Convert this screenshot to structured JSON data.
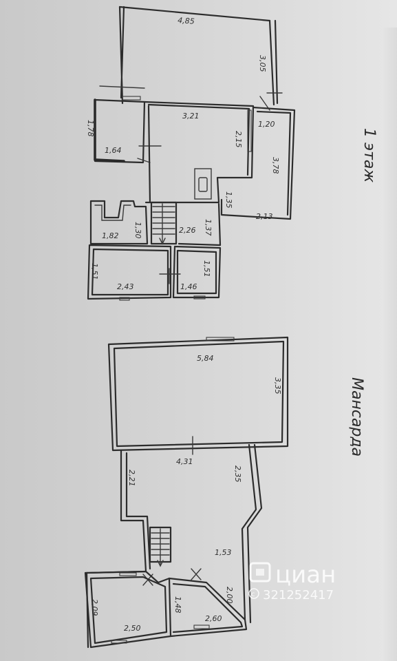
{
  "floor1": {
    "title": "1 этаж",
    "dims": {
      "top_width": "4,85",
      "top_right": "3,05",
      "room_a": "3,21",
      "room_a_h": "2,15",
      "corr_w": "1,20",
      "right_h": "3,78",
      "right_w": "2,13",
      "small_w": "1,35",
      "left_h": "1,78",
      "left_w": "1,64",
      "mid_h": "1,30",
      "mid_w": "1,82",
      "stair_w": "2,26",
      "stair_h": "1,37",
      "b1_h": "1,51",
      "b1_w": "2,43",
      "b2_h": "1,51",
      "b2_w": "1,46"
    }
  },
  "attic": {
    "title": "Мансарда",
    "dims": {
      "top_w": "5,84",
      "top_h": "3,35",
      "mid_w": "4,31",
      "right_h": "2,35",
      "left_h": "2,21",
      "right_l": "1,53",
      "right_b": "2,00",
      "bl_h": "2,09",
      "bl_w": "2,50",
      "br_h": "1,48",
      "br_w": "2,60"
    }
  },
  "watermark": {
    "brand": "циан",
    "id": "321252417"
  }
}
